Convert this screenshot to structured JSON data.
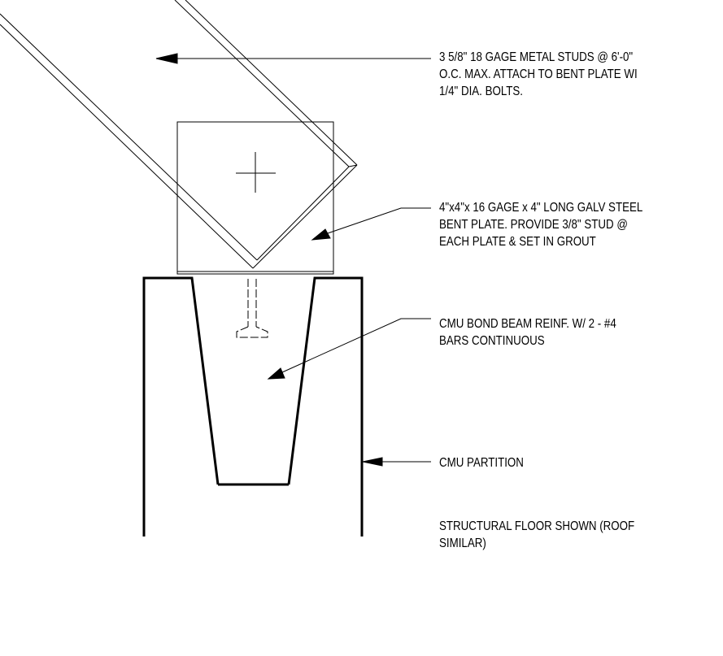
{
  "notes": {
    "studs": {
      "lines": [
        "3 5/8\" 18 GAGE METAL STUDS @ 6'-0\"",
        "O.C. MAX.  ATTACH TO BENT PLATE WI",
        "1/4\" DIA. BOLTS."
      ]
    },
    "plate": {
      "lines": [
        "4\"x4\"x 16 GAGE x 4\" LONG GALV STEEL",
        "BENT PLATE.  PROVIDE 3/8\" STUD @",
        "EACH PLATE & SET  IN GROUT"
      ]
    },
    "bond_beam": {
      "lines": [
        "CMU BOND BEAM REINF. W/ 2 - #4",
        "BARS CONTINUOUS"
      ]
    },
    "partition": {
      "lines": [
        "CMU PARTITION"
      ]
    },
    "floor": {
      "lines": [
        "STRUCTURAL FLOOR SHOWN (ROOF",
        "SIMILAR)"
      ]
    }
  },
  "colors": {
    "line": "#000000",
    "background": "#ffffff"
  }
}
